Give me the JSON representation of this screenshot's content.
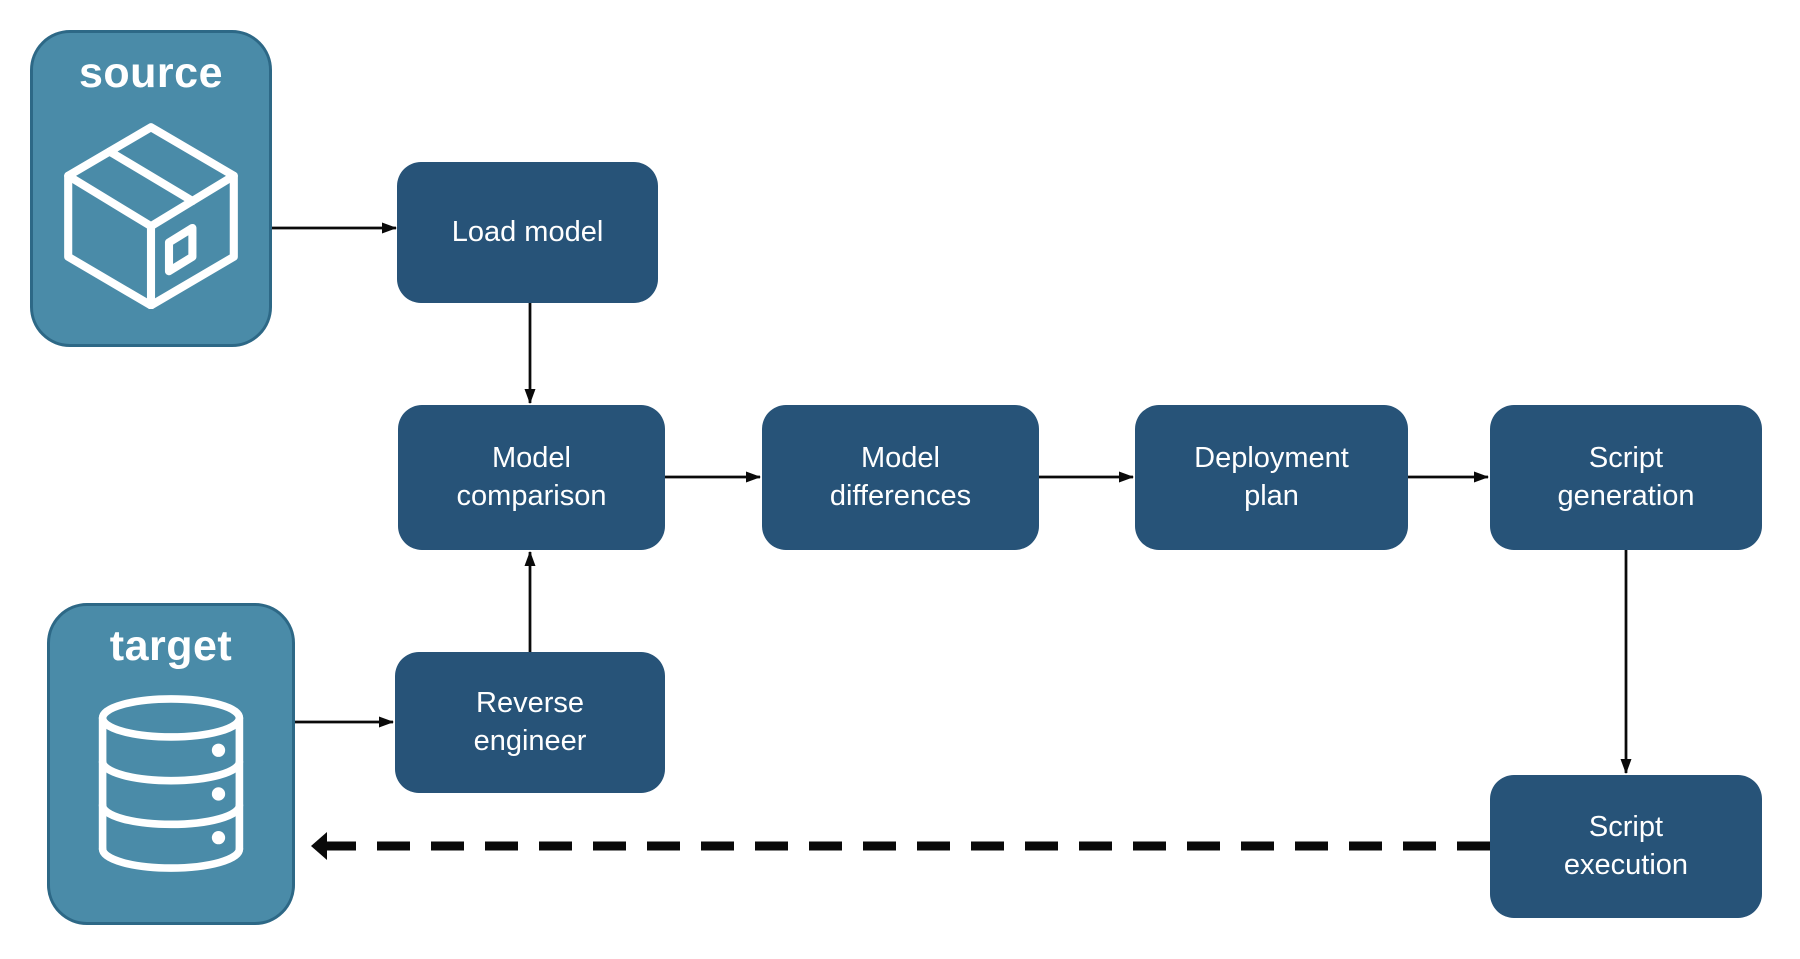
{
  "diagram": {
    "background": "#FFFFFF",
    "colors": {
      "process_node_fill": "#275378",
      "endpoint_node_fill": "#4A8BA8",
      "endpoint_node_border": "#2D6886",
      "node_text": "#FFFFFF",
      "arrow": "#0A0A0A"
    },
    "nodes": {
      "source": {
        "label": "source",
        "icon": "package-icon",
        "type": "endpoint"
      },
      "target": {
        "label": "target",
        "icon": "database-icon",
        "type": "endpoint"
      },
      "load_model": {
        "label": "Load model",
        "type": "process"
      },
      "model_comparison": {
        "label": "Model\ncomparison",
        "type": "process"
      },
      "reverse_engineer": {
        "label": "Reverse\nengineer",
        "type": "process"
      },
      "model_differences": {
        "label": "Model\ndifferences",
        "type": "process"
      },
      "deployment_plan": {
        "label": "Deployment\nplan",
        "type": "process"
      },
      "script_generation": {
        "label": "Script\ngeneration",
        "type": "process"
      },
      "script_execution": {
        "label": "Script\nexecution",
        "type": "process"
      }
    },
    "edges": [
      {
        "from": "source",
        "to": "load_model",
        "style": "solid"
      },
      {
        "from": "load_model",
        "to": "model_comparison",
        "style": "solid"
      },
      {
        "from": "target",
        "to": "reverse_engineer",
        "style": "solid"
      },
      {
        "from": "reverse_engineer",
        "to": "model_comparison",
        "style": "solid"
      },
      {
        "from": "model_comparison",
        "to": "model_differences",
        "style": "solid"
      },
      {
        "from": "model_differences",
        "to": "deployment_plan",
        "style": "solid"
      },
      {
        "from": "deployment_plan",
        "to": "script_generation",
        "style": "solid"
      },
      {
        "from": "script_generation",
        "to": "script_execution",
        "style": "solid"
      },
      {
        "from": "script_execution",
        "to": "target",
        "style": "dashed"
      }
    ]
  }
}
